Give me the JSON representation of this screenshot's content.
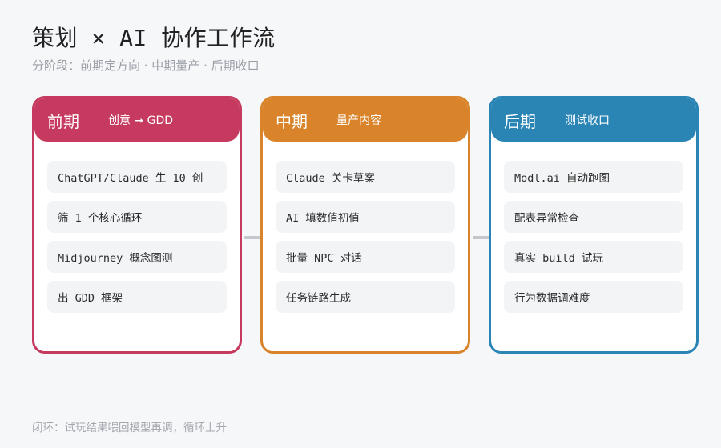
{
  "header": {
    "title": "策划 × AI 协作工作流",
    "subtitle": "分阶段：前期定方向 · 中期量产 · 后期收口"
  },
  "stages": [
    {
      "title": "前期",
      "subtitle": "创意 ➞ GDD",
      "color": "#c53a5e",
      "items": [
        "ChatGPT/Claude 生 10 创",
        "筛 1 个核心循环",
        "Midjourney 概念图测",
        "出 GDD 框架"
      ]
    },
    {
      "title": "中期",
      "subtitle": "量产内容",
      "color": "#d9832a",
      "items": [
        "Claude 关卡草案",
        "AI 填数值初值",
        "批量 NPC 对话",
        "任务链路生成"
      ]
    },
    {
      "title": "后期",
      "subtitle": "测试收口",
      "color": "#2a85b5",
      "items": [
        "Modl.ai 自动跑图",
        "配表异常检查",
        "真实 build 试玩",
        "行为数据调难度"
      ]
    }
  ],
  "connector_color": "#c4c7cc",
  "footer": {
    "note": "闭环：试玩结果喂回模型再调，循环上升"
  }
}
